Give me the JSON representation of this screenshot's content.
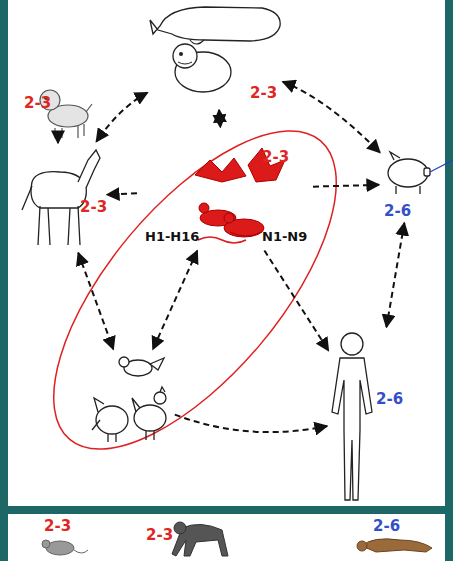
{
  "diagram": {
    "nodes": [
      {
        "text": [
          "2-3"
        ]
      },
      {
        "text": [
          "2-3"
        ]
      },
      {
        "text": [
          "2-3"
        ]
      },
      {
        "text": [
          "2-3",
          "H1-H16",
          "N1-N9"
        ]
      },
      {
        "text": []
      },
      {
        "text": [
          "2-6"
        ]
      },
      {
        "text": [
          "2-6"
        ]
      },
      {
        "text": [
          "2-3"
        ]
      },
      {
        "text": [
          "2-3"
        ]
      },
      {
        "text": [
          "2-6"
        ]
      }
    ],
    "edges": [
      {
        "from": 0,
        "to": 3,
        "arrow": "both"
      },
      {
        "from": 0,
        "to": 2,
        "arrow": "both"
      },
      {
        "from": 0,
        "to": 6,
        "arrow": "both"
      },
      {
        "from": 2,
        "to": 1,
        "arrow": "to"
      },
      {
        "from": 3,
        "to": 2,
        "arrow": "to"
      },
      {
        "from": 3,
        "to": 6,
        "arrow": "to"
      },
      {
        "from": 3,
        "to": 4,
        "arrow": "both"
      },
      {
        "from": 3,
        "to": 5,
        "arrow": "to"
      },
      {
        "from": 2,
        "to": 4,
        "arrow": "both"
      },
      {
        "from": 4,
        "to": 5,
        "arrow": "to"
      },
      {
        "from": 6,
        "to": 5,
        "arrow": "both"
      }
    ]
  }
}
